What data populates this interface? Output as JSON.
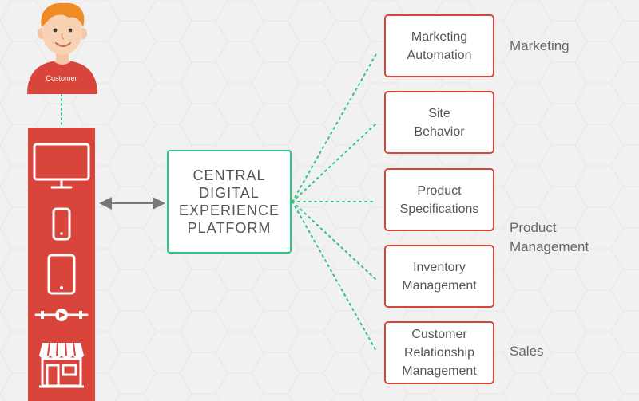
{
  "customer": {
    "label": "Customer"
  },
  "channels": [
    {
      "name": "desktop-monitor",
      "icon": "monitor-icon"
    },
    {
      "name": "smartphone",
      "icon": "smartphone-icon"
    },
    {
      "name": "tablet",
      "icon": "tablet-icon"
    },
    {
      "name": "video-player",
      "icon": "video-player-icon"
    },
    {
      "name": "physical-store",
      "icon": "storefront-icon"
    }
  ],
  "central_platform": {
    "label": "CENTRAL\nDIGITAL\nEXPERIENCE\nPLATFORM"
  },
  "systems": [
    {
      "label": "Marketing\nAutomation"
    },
    {
      "label": "Site\nBehavior"
    },
    {
      "label": "Product\nSpecifications"
    },
    {
      "label": "Inventory\nManagement"
    },
    {
      "label": "Customer\nRelationship\nManagement"
    }
  ],
  "departments": [
    {
      "label": "Marketing"
    },
    {
      "label": "Product\nManagement"
    },
    {
      "label": "Sales"
    }
  ],
  "colors": {
    "accent_red": "#d9453b",
    "connector_green": "#2ec584",
    "text_gray": "#555555",
    "background": "#f1f1f1"
  }
}
